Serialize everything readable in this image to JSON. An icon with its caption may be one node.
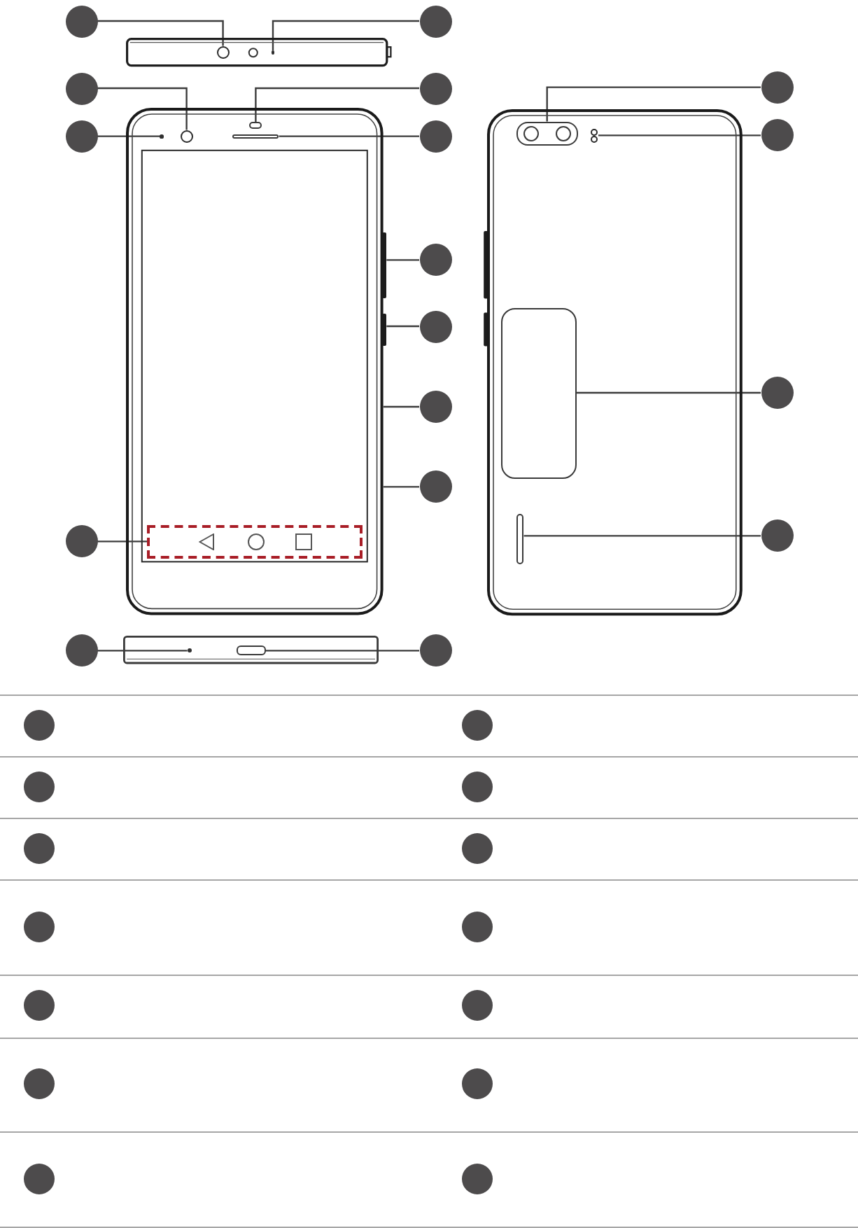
{
  "diagram": {
    "nodes": [
      {
        "text": [],
        "shape": "circle"
      },
      {
        "text": [],
        "shape": "circle"
      },
      {
        "text": [],
        "shape": "circle"
      },
      {
        "text": [],
        "shape": "circle"
      },
      {
        "text": [],
        "shape": "circle"
      },
      {
        "text": [],
        "shape": "circle"
      },
      {
        "text": [],
        "shape": "circle"
      },
      {
        "text": [],
        "shape": "circle"
      },
      {
        "text": [],
        "shape": "circle"
      },
      {
        "text": [],
        "shape": "circle"
      },
      {
        "text": [],
        "shape": "circle"
      },
      {
        "text": [],
        "shape": "circle"
      },
      {
        "text": [],
        "shape": "circle"
      },
      {
        "text": [],
        "shape": "circle"
      },
      {
        "text": [],
        "shape": "circle"
      },
      {
        "text": [],
        "shape": "circle"
      },
      {
        "text": [],
        "shape": "circle"
      },
      {
        "text": [],
        "shape": "picture"
      },
      {
        "text": [],
        "shape": "ring",
        "in": 17
      },
      {
        "text": [],
        "shape": "dot",
        "in": 17
      },
      {
        "text": [],
        "shape": "picture"
      },
      {
        "text": [],
        "shape": "ring",
        "in": 20
      },
      {
        "text": [],
        "shape": "oval",
        "in": 20
      },
      {
        "text": [],
        "shape": "dot",
        "in": 20
      },
      {
        "text": [],
        "shape": "slot",
        "in": 20
      },
      {
        "text": [],
        "shape": "bar"
      },
      {
        "text": [],
        "shape": "bar"
      },
      {
        "text": [],
        "shape": "box",
        "in": 20
      },
      {
        "text": [],
        "shape": "picture"
      },
      {
        "text": [],
        "shape": "box",
        "in": 28
      },
      {
        "text": [],
        "shape": "ring",
        "in": 28
      },
      {
        "text": [],
        "shape": "box",
        "in": 28
      },
      {
        "text": [],
        "shape": "slot",
        "in": 28
      },
      {
        "text": [],
        "shape": "picture"
      },
      {
        "text": [],
        "shape": "dot",
        "in": 33
      },
      {
        "text": [],
        "shape": "box",
        "in": 33
      },
      {
        "text": [],
        "shape": "circle"
      },
      {
        "text": [],
        "shape": "circle"
      },
      {
        "text": [],
        "shape": "circle"
      },
      {
        "text": [],
        "shape": "circle"
      },
      {
        "text": [],
        "shape": "circle"
      },
      {
        "text": [],
        "shape": "circle"
      },
      {
        "text": [],
        "shape": "circle"
      },
      {
        "text": [],
        "shape": "circle"
      },
      {
        "text": [],
        "shape": "circle"
      },
      {
        "text": [],
        "shape": "circle"
      },
      {
        "text": [],
        "shape": "circle"
      },
      {
        "text": [],
        "shape": "circle"
      },
      {
        "text": [],
        "shape": "circle"
      },
      {
        "text": [],
        "shape": "circle"
      }
    ],
    "edges": [
      {
        "from": 0,
        "to": 18,
        "arrow": "none"
      },
      {
        "from": 1,
        "to": 19,
        "arrow": "none"
      },
      {
        "from": 2,
        "to": 21,
        "arrow": "none"
      },
      {
        "from": 3,
        "to": 22,
        "arrow": "none"
      },
      {
        "from": 4,
        "to": 29,
        "arrow": "none"
      },
      {
        "from": 5,
        "to": 23,
        "arrow": "none"
      },
      {
        "from": 6,
        "to": 24,
        "arrow": "none"
      },
      {
        "from": 7,
        "to": 30,
        "arrow": "none"
      },
      {
        "from": 8,
        "to": 25,
        "arrow": "none"
      },
      {
        "from": 9,
        "to": 26,
        "arrow": "none"
      },
      {
        "from": 10,
        "to": 31,
        "arrow": "none"
      },
      {
        "from": 11,
        "to": 20,
        "arrow": "none"
      },
      {
        "from": 12,
        "to": 20,
        "arrow": "none"
      },
      {
        "from": 13,
        "to": 32,
        "arrow": "none"
      },
      {
        "from": 14,
        "to": 27,
        "arrow": "none"
      },
      {
        "from": 15,
        "to": 34,
        "arrow": "none"
      },
      {
        "from": 16,
        "to": 35,
        "arrow": "none"
      }
    ]
  }
}
